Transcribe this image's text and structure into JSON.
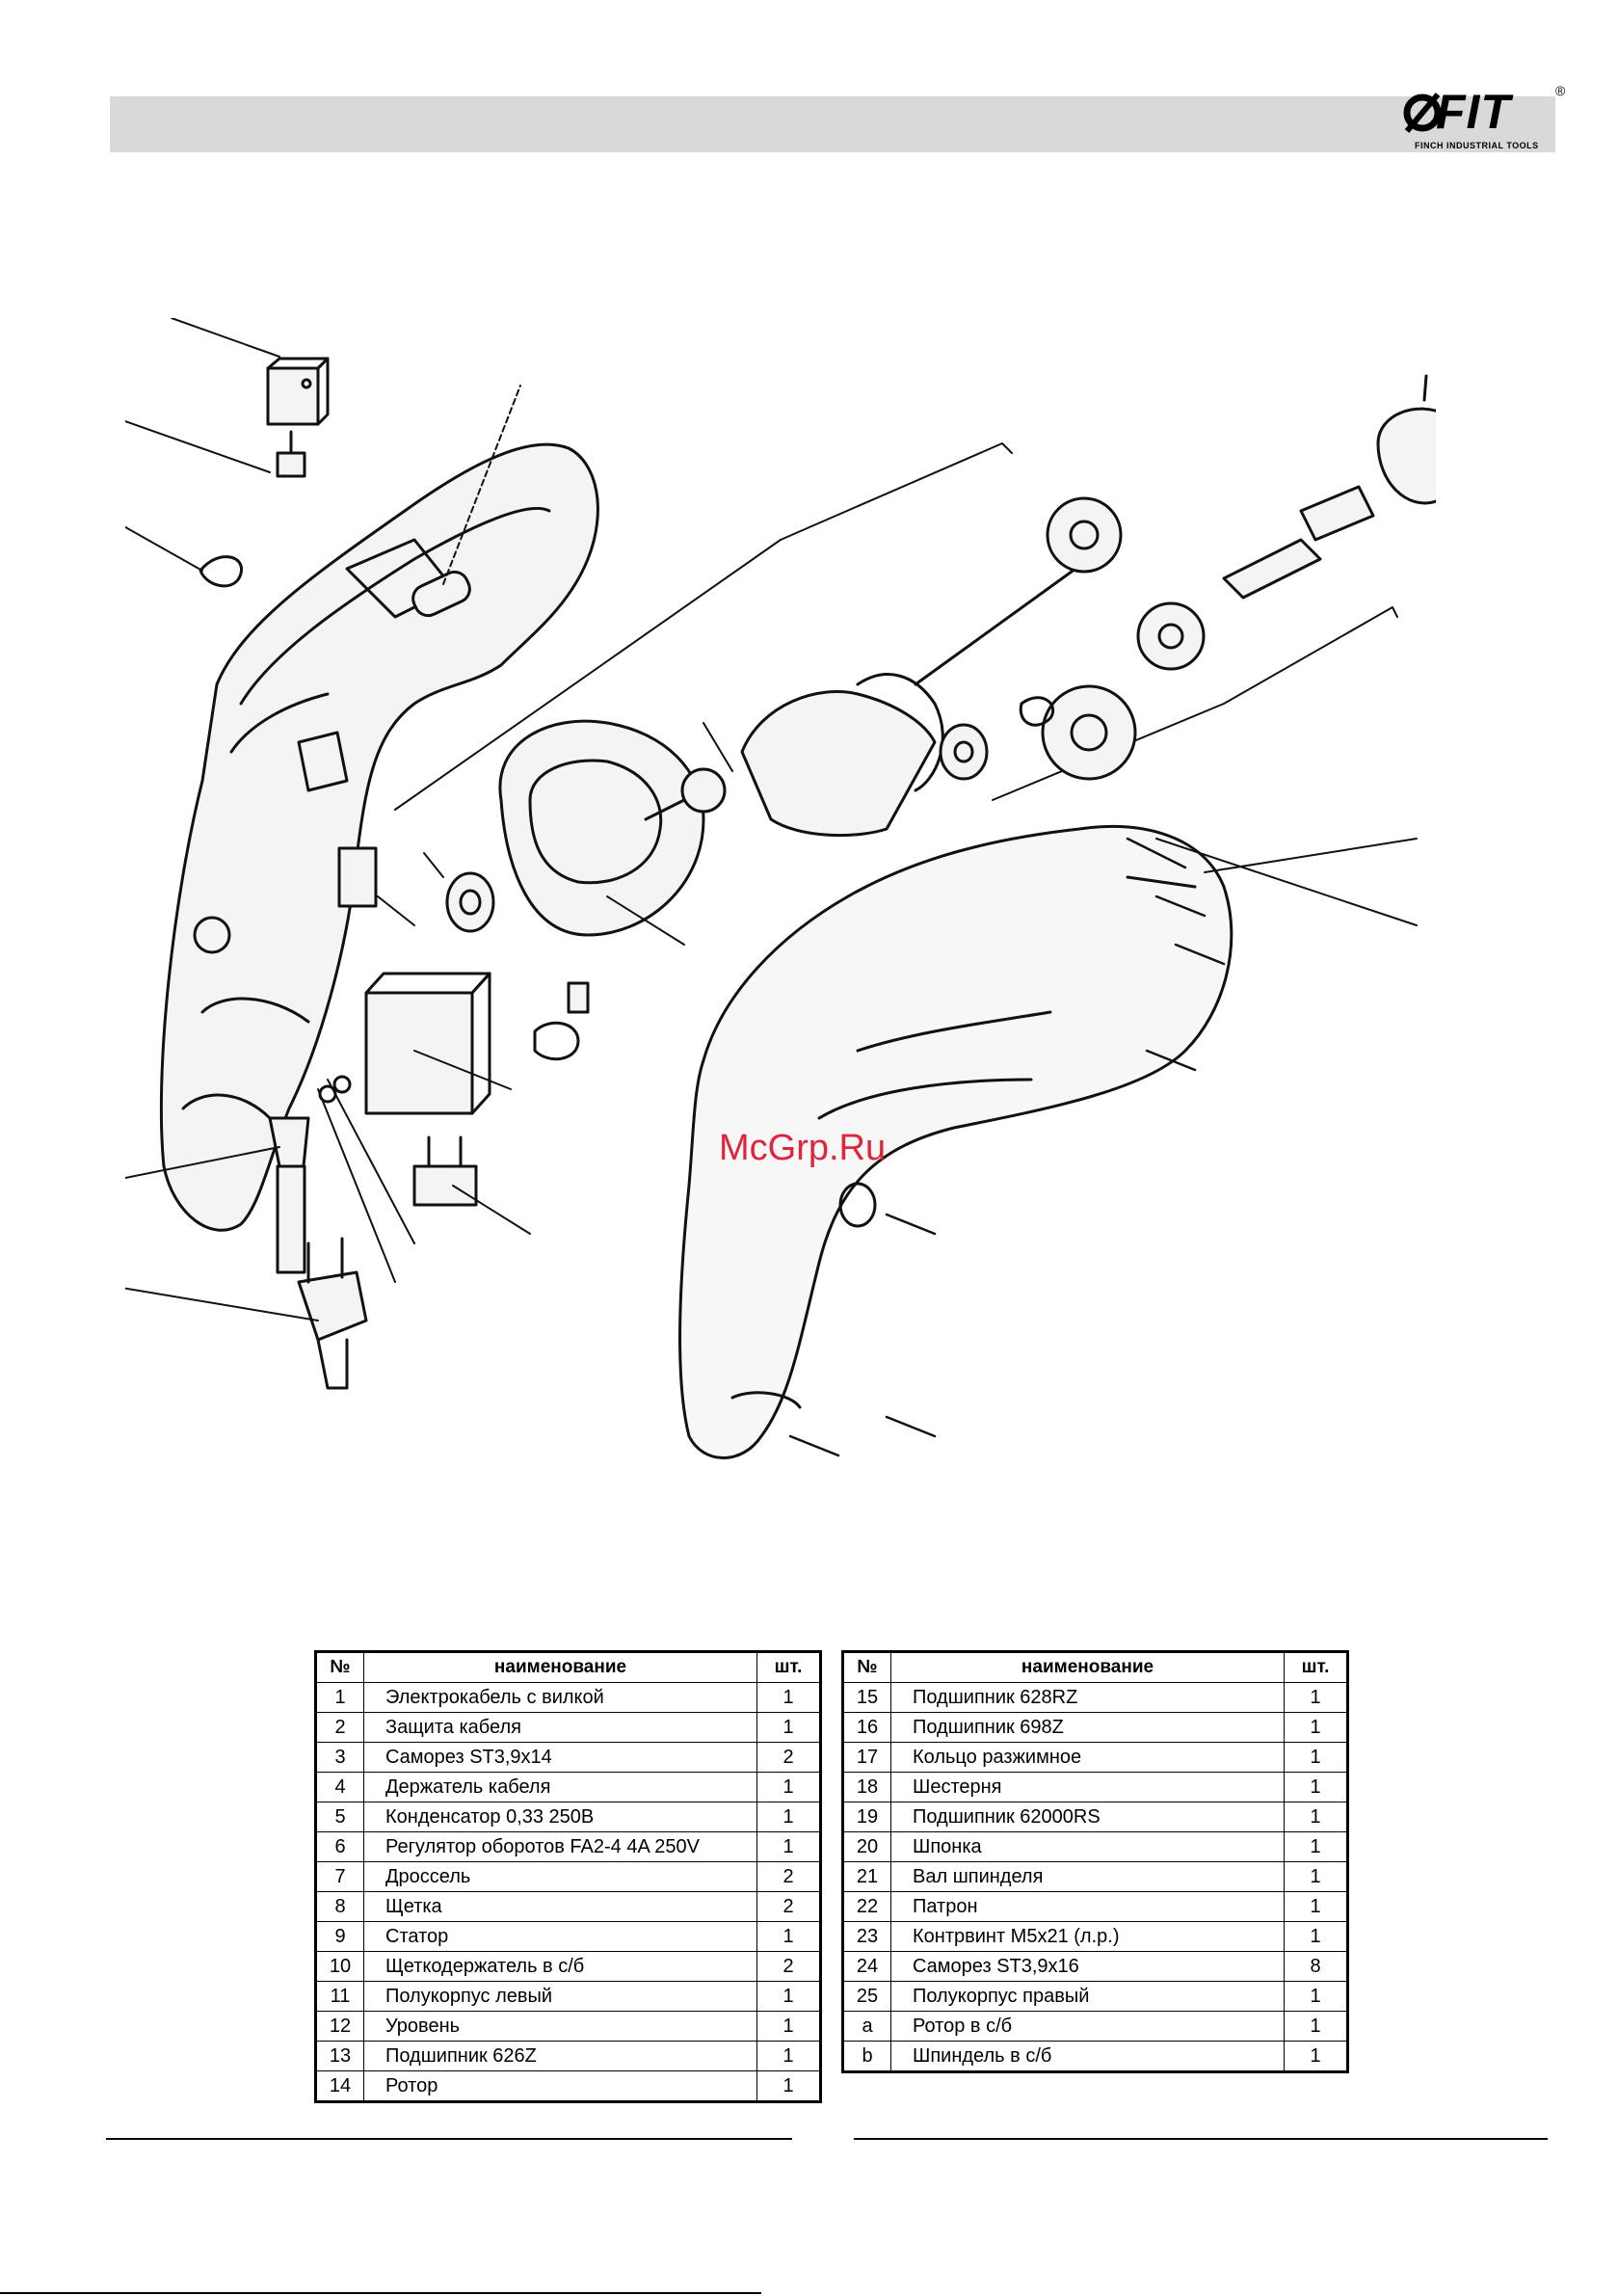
{
  "header": {
    "logo_text": "FIT",
    "logo_tagline": "FINCH INDUSTRIAL TOOLS",
    "logo_registered": "®"
  },
  "watermark": "McGrp.Ru",
  "table_left": {
    "headers": [
      "№",
      "наименование",
      "шт."
    ],
    "rows": [
      [
        "1",
        "Электрокабель с вилкой",
        "1"
      ],
      [
        "2",
        "Защита кабеля",
        "1"
      ],
      [
        "3",
        "Саморез ST3,9x14",
        "2"
      ],
      [
        "4",
        "Держатель кабеля",
        "1"
      ],
      [
        "5",
        "Конденсатор 0,33 250В",
        "1"
      ],
      [
        "6",
        "Регулятор оборотов FA2-4 4A 250V",
        "1"
      ],
      [
        "7",
        "Дроссель",
        "2"
      ],
      [
        "8",
        "Щетка",
        "2"
      ],
      [
        "9",
        "Статор",
        "1"
      ],
      [
        "10",
        "Щеткодержатель в с/б",
        "2"
      ],
      [
        "11",
        "Полукорпус левый",
        "1"
      ],
      [
        "12",
        "Уровень",
        "1"
      ],
      [
        "13",
        "Подшипник 626Z",
        "1"
      ],
      [
        "14",
        "Ротор",
        "1"
      ]
    ]
  },
  "table_right": {
    "headers": [
      "№",
      "наименование",
      "шт."
    ],
    "rows": [
      [
        "15",
        "Подшипник 628RZ",
        "1"
      ],
      [
        "16",
        "Подшипник 698Z",
        "1"
      ],
      [
        "17",
        "Кольцо разжимное",
        "1"
      ],
      [
        "18",
        "Шестерня",
        "1"
      ],
      [
        "19",
        "Подшипник 62000RS",
        "1"
      ],
      [
        "20",
        "Шпонка",
        "1"
      ],
      [
        "21",
        "Вал шпинделя",
        "1"
      ],
      [
        "22",
        "Патрон",
        "1"
      ],
      [
        "23",
        "Контрвинт M5x21 (л.р.)",
        "1"
      ],
      [
        "24",
        "Саморез ST3,9x16",
        "8"
      ],
      [
        "25",
        "Полукорпус правый",
        "1"
      ],
      [
        "a",
        "Ротор в с/б",
        "1"
      ],
      [
        "b",
        "Шпиндель в с/б",
        "1"
      ]
    ]
  }
}
